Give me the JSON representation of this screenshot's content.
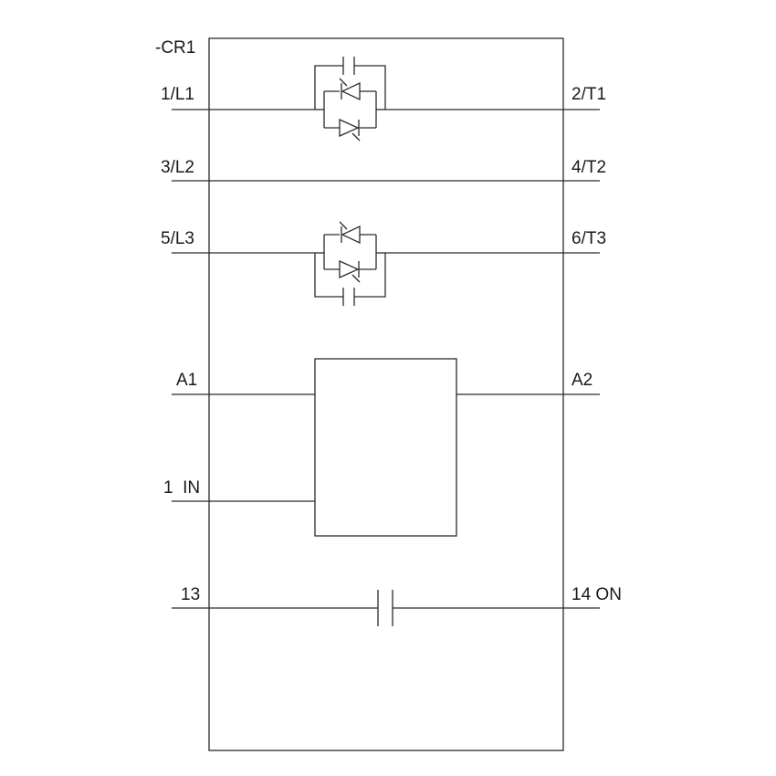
{
  "device": {
    "designation": "-CR1",
    "line_color": "#2b2b2b",
    "text_color": "#1a1a1a",
    "background": "#ffffff"
  },
  "terminals": {
    "l1": "1/L1",
    "t1": "2/T1",
    "l2": "3/L2",
    "t2": "4/T2",
    "l3": "5/L3",
    "t3": "6/T3",
    "a1": "A1",
    "a2": "A2",
    "in": "1  IN",
    "c13": "13",
    "c14": "14 ON"
  },
  "symbols": {
    "phase1_switch": "anti-parallel-thyristor-with-bypass-contact-icon",
    "phase3_switch": "anti-parallel-thyristor-with-bypass-contact-icon",
    "control_unit": "control-block",
    "aux_contact": "normally-open-contact-icon"
  }
}
